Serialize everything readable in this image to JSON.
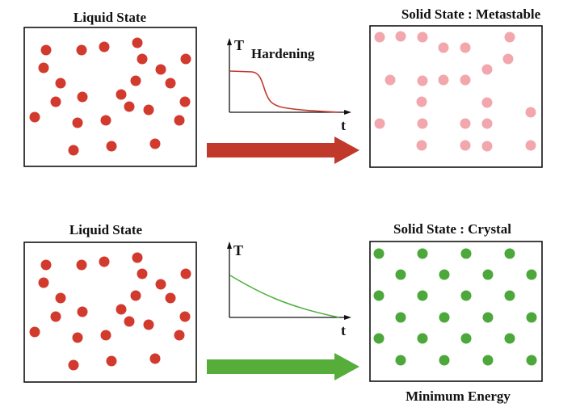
{
  "top": {
    "left_title": "Liquid State",
    "right_title": "Solid State : Metastable",
    "graph": {
      "y_label": "T",
      "x_label": "t",
      "curve_label": "Hardening",
      "curve_color": "#c0392b"
    },
    "arrow_color": "#c0392b",
    "left_particle_color": "#d23a2e",
    "right_particle_color": "#f2a7ad"
  },
  "bottom": {
    "left_title": "Liquid State",
    "right_title": "Solid State : Crystal",
    "caption": "Minimum Energy",
    "graph": {
      "y_label": "T",
      "x_label": "t",
      "curve_color": "#4caf3a"
    },
    "arrow_color": "#57ad3a",
    "left_particle_color": "#d23a2e",
    "right_particle_color": "#4ca83a"
  }
}
